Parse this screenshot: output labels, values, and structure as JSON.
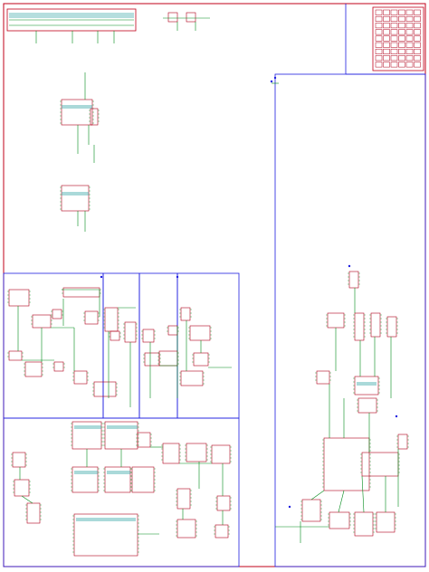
{
  "sheet": {
    "frame_color": "#c0001a",
    "region_color": "#1e1ee0",
    "wire_color": "#008a1a",
    "part_color": "#b0001a"
  },
  "title_block": {
    "label": ""
  },
  "regions": [
    {
      "id": "upper-right",
      "label": ""
    },
    {
      "id": "left-middle-a",
      "label": ""
    },
    {
      "id": "left-middle-b",
      "label": ""
    },
    {
      "id": "left-middle-c",
      "label": ""
    },
    {
      "id": "left-middle-d",
      "label": ""
    },
    {
      "id": "left-bottom",
      "label": ""
    }
  ]
}
